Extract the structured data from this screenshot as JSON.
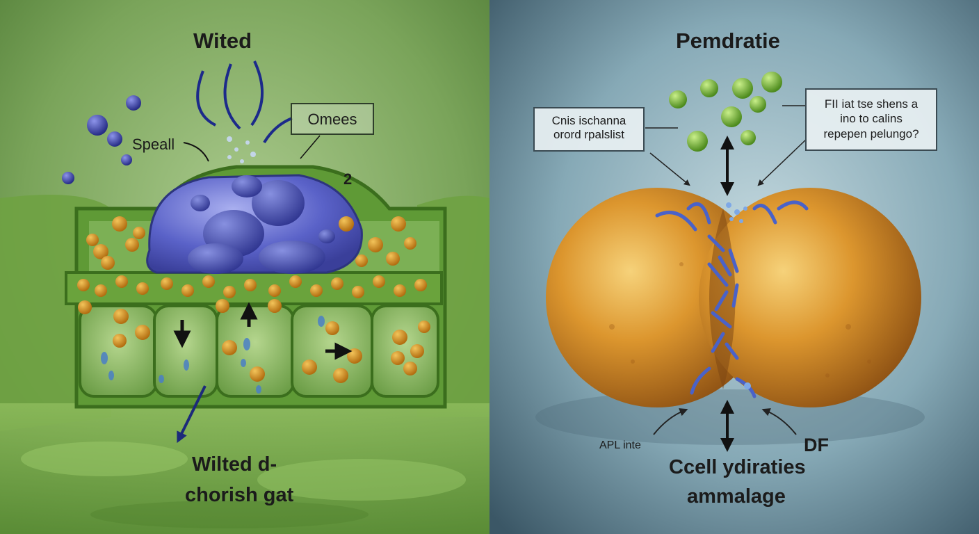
{
  "left_panel": {
    "title": "Wited",
    "label_speall": "Speall",
    "label_omees": "Omees",
    "label_number": "2",
    "caption_line1": "Wilted  d-",
    "caption_line2": "chorish gat",
    "colors": {
      "background": "#6f9a52",
      "cell_wall": "#4f8a2c",
      "chloroplast": "#d4901c",
      "vacuole": "#4a52b8"
    }
  },
  "right_panel": {
    "title": "Pemdratie",
    "box_left": {
      "line1": "Cnis ischanna",
      "line2": "orord rpalslist"
    },
    "box_right": {
      "line1": "FII iat tse shens a",
      "line2": "ino to calins",
      "line3": "repepen pelungo?"
    },
    "label_apl": "APL inte",
    "label_df": "DF",
    "caption_line1": "Ccell ydiraties",
    "caption_line2": "ammalage",
    "colors": {
      "background": "#8fb3c0",
      "cell": "#d9902c",
      "particles": "#6aa82a",
      "channel": "#3f5ab8"
    }
  }
}
